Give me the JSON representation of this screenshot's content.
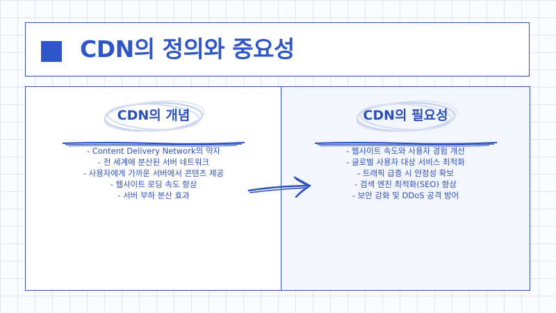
{
  "title": {
    "text": "CDN의 정의와 중요성",
    "accent_color": "#2f56c8"
  },
  "left_panel": {
    "heading": "CDN의 개념",
    "bullets": [
      "- Content Delivery Network의 약자",
      "- 전 세계에 분산된 서버 네트워크",
      "- 사용자에게 가까운 서버에서 콘텐츠 제공",
      "- 웹사이트 로딩 속도 향상",
      "- 서버 부하 분산 효과"
    ]
  },
  "right_panel": {
    "heading": "CDN의 필요성",
    "bullets": [
      "- 웹사이트 속도와 사용자 경험 개선",
      "- 글로벌 사용자 대상 서비스 최적화",
      "- 트래픽 급증 시 안정성 확보",
      "- 검색 엔진 최적화(SEO) 향상",
      "- 보안 강화 및 DDoS 공격 방어"
    ]
  },
  "icons": {
    "title_marker": "square-marker-icon",
    "connector": "arrow-right-icon"
  },
  "colors": {
    "primary": "#2b4fb8",
    "border": "#2e4fb5",
    "grid": "#dfe5f1",
    "right_panel_bg": "#f3f6fd"
  }
}
